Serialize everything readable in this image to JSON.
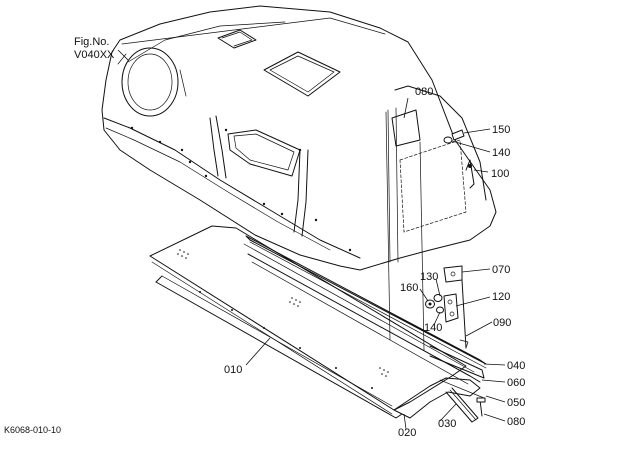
{
  "figure": {
    "fig_label": "Fig.No.",
    "fig_number": "V040XX",
    "drawing_code": "K6068-010-10"
  },
  "callouts": [
    {
      "id": "c080a",
      "text": "080"
    },
    {
      "id": "c150",
      "text": "150"
    },
    {
      "id": "c140a",
      "text": "140"
    },
    {
      "id": "c100",
      "text": "100"
    },
    {
      "id": "c070",
      "text": "070"
    },
    {
      "id": "c130",
      "text": "130"
    },
    {
      "id": "c160",
      "text": "160"
    },
    {
      "id": "c120",
      "text": "120"
    },
    {
      "id": "c140b",
      "text": "140"
    },
    {
      "id": "c090",
      "text": "090"
    },
    {
      "id": "c040",
      "text": "040"
    },
    {
      "id": "c060",
      "text": "060"
    },
    {
      "id": "c050",
      "text": "050"
    },
    {
      "id": "c080b",
      "text": "080"
    },
    {
      "id": "c030",
      "text": "030"
    },
    {
      "id": "c020",
      "text": "020"
    },
    {
      "id": "c010",
      "text": "010"
    }
  ]
}
